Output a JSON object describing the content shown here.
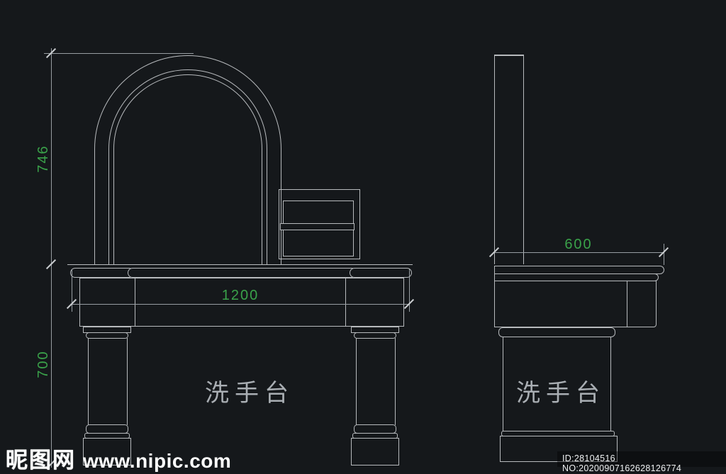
{
  "colors": {
    "background": "#15181b",
    "geometry_line": "#b7babd",
    "dimension_line": "#979da2",
    "dimension_text_green": "#3aa24a",
    "label_gray": "#a9aeb3",
    "watermark_white": "#ffffff"
  },
  "front_view": {
    "label": "洗手台",
    "dimensions": {
      "mirror_height": "746",
      "counter_width": "1200",
      "leg_height": "700"
    }
  },
  "side_view": {
    "label": "洗手台",
    "dimensions": {
      "depth": "600"
    }
  },
  "watermark": {
    "logo": "昵图网",
    "url": "www.nipic.com",
    "id_no": "ID:28104516 NO:20200907162628126774"
  }
}
